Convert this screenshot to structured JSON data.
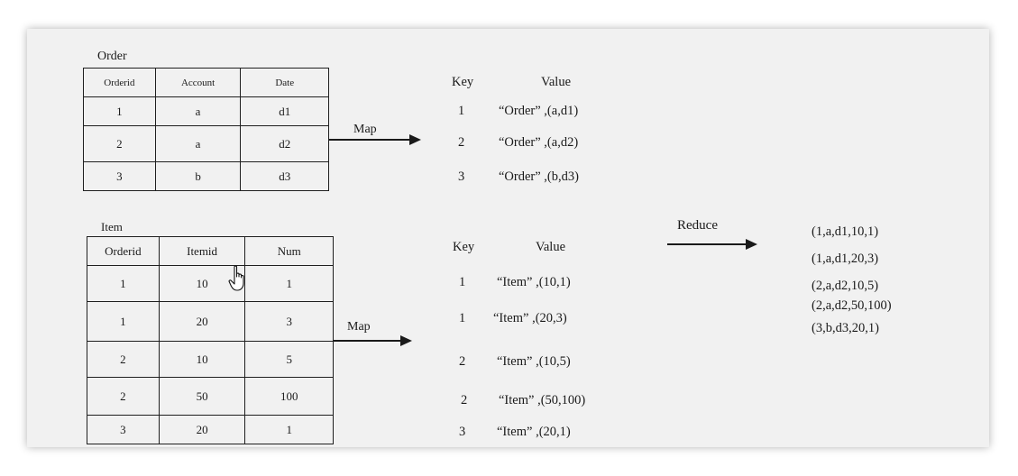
{
  "order": {
    "caption": "Order",
    "headers": [
      "Orderid",
      "Account",
      "Date"
    ],
    "rows": [
      [
        "1",
        "a",
        "d1"
      ],
      [
        "2",
        "a",
        "d2"
      ],
      [
        "3",
        "b",
        "d3"
      ]
    ]
  },
  "item": {
    "caption": "Item",
    "headers": [
      "Orderid",
      "Itemid",
      "Num"
    ],
    "rows": [
      [
        "1",
        "10",
        "1"
      ],
      [
        "1",
        "20",
        "3"
      ],
      [
        "2",
        "10",
        "5"
      ],
      [
        "2",
        "50",
        "100"
      ],
      [
        "3",
        "20",
        "1"
      ]
    ]
  },
  "map_label": "Map",
  "reduce_label": "Reduce",
  "order_kv": {
    "key_header": "Key",
    "value_header": "Value",
    "rows": [
      {
        "key": "1",
        "value": "“Order” ,(a,d1)"
      },
      {
        "key": "2",
        "value": "“Order” ,(a,d2)"
      },
      {
        "key": "3",
        "value": "“Order” ,(b,d3)"
      }
    ]
  },
  "item_kv": {
    "key_header": "Key",
    "value_header": "Value",
    "rows": [
      {
        "key": "1",
        "value": "“Item” ,(10,1)"
      },
      {
        "key": "1",
        "value": "“Item” ,(20,3)"
      },
      {
        "key": "2",
        "value": "“Item” ,(10,5)"
      },
      {
        "key": "2",
        "value": "“Item” ,(50,100)"
      },
      {
        "key": "3",
        "value": "“Item” ,(20,1)"
      }
    ]
  },
  "results": [
    "(1,a,d1,10,1)",
    "(1,a,d1,20,3)",
    "(2,a,d2,10,5)",
    "(2,a,d2,50,100)",
    "(3,b,d3,20,1)"
  ]
}
